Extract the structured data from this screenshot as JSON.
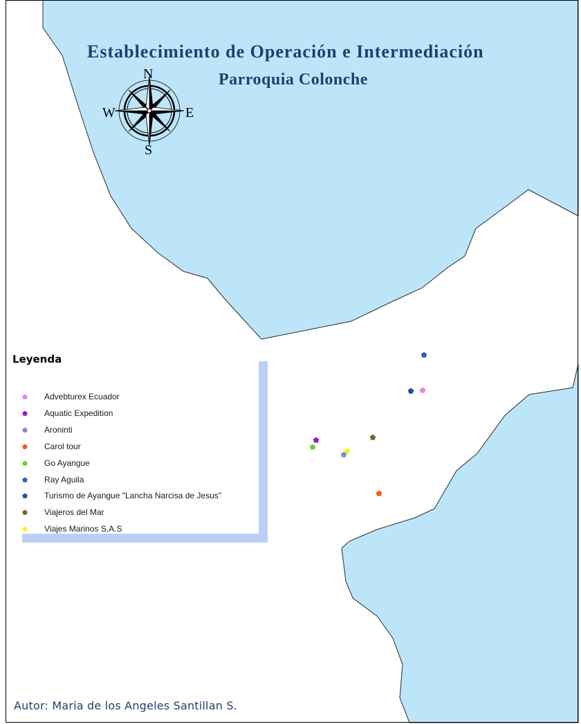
{
  "map": {
    "title_line1": "Establecimiento de Operación e Intermediación",
    "title_line2": "Parroquia Colonche",
    "author": "Autor: Maria de los Angeles Santillan S.",
    "colors": {
      "water": "#bde5f9",
      "coast": "#2a2a2a",
      "title": "#1f3f73",
      "legend_shadow": "#bcd0f4"
    },
    "compass": {
      "north": "N",
      "south": "S",
      "east": "E",
      "west": "W"
    },
    "legend": {
      "title": "Leyenda",
      "items": [
        {
          "label": "Advebturex Ecuador",
          "color": "#ee82d8",
          "icon": "pentagon-marker"
        },
        {
          "label": "Aquatic Expedition",
          "color": "#9b19cf",
          "icon": "pentagon-marker"
        },
        {
          "label": "Aroninti",
          "color": "#7a8fc4",
          "icon": "pentagon-marker"
        },
        {
          "label": "Carol tour",
          "color": "#ee5a1c",
          "icon": "pentagon-marker"
        },
        {
          "label": "Go Ayangue",
          "color": "#5ed63c",
          "icon": "pentagon-marker"
        },
        {
          "label": "Ray Aguila",
          "color": "#1f5fd6",
          "icon": "pentagon-marker"
        },
        {
          "label": "Turismo de Ayangue \"Lancha Narcisa de Jesus\"",
          "color": "#1a4f9c",
          "icon": "pentagon-marker"
        },
        {
          "label": "Viajeros del Mar",
          "color": "#6f6a22",
          "icon": "pentagon-marker"
        },
        {
          "label": "Viajes Marinos S.A.S",
          "color": "#f5f51e",
          "icon": "pentagon-marker"
        }
      ]
    }
  }
}
